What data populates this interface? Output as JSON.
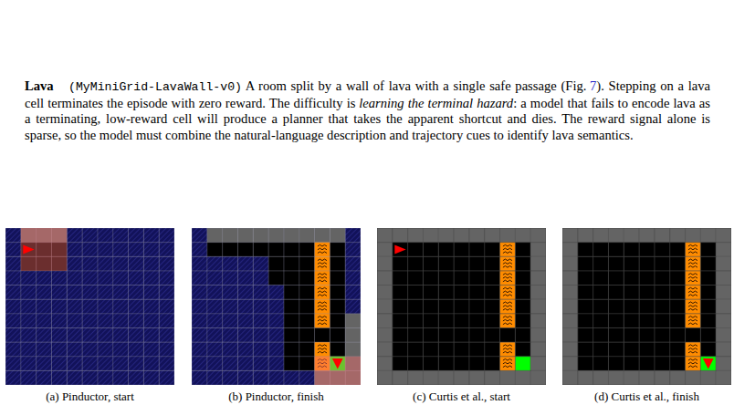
{
  "diagram": {
    "labels": [
      "Lava",
      "(MyMiniGrid-LavaWall-v0)",
      "A room split by a wall of lava with a single safe passage (Fig.",
      "7",
      "). Stepping on a lava cell terminates the episode with zero reward. The difficulty is",
      "learning the terminal hazard",
      ": a model that fails to encode lava as a terminating, low-reward cell will produce a planner that takes the apparent shortcut and dies. The reward signal alone is sparse, so the model must combine the natural-language description and trajectory cues to identify lava semantics.",
      "(a) Pinductor, start",
      "(b) Pinductor, finish",
      "(c) Curtis et al., start",
      "(d) Curtis et al., finish"
    ]
  }
}
